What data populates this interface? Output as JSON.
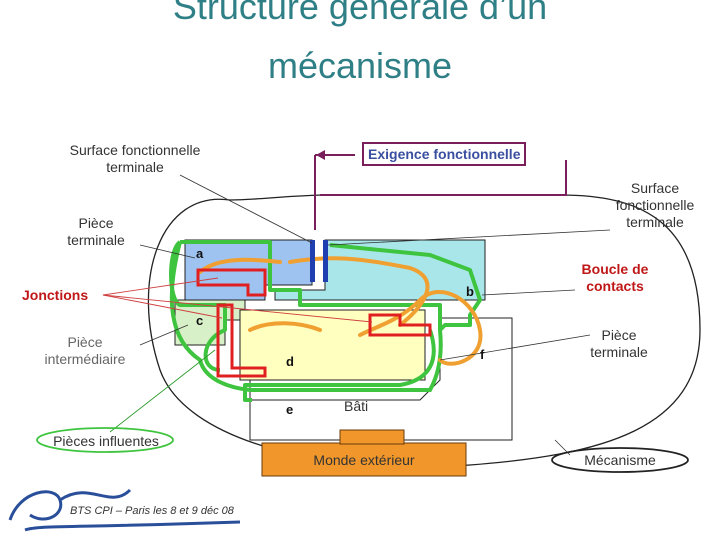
{
  "title_line1": "Structure générale d’un",
  "title_line2": "mécanisme",
  "labels": {
    "surface_left": "Surface fonctionnelle terminale",
    "exigence": "Exigence fonctionnelle",
    "surface_right": "Surface fonctionnelle terminale",
    "piece_terminale_left": "Pièce terminale",
    "jonctions": "Jonctions",
    "boucle": "Boucle de contacts",
    "piece_intermediaire": "Pièce intermédiaire",
    "piece_terminale_right": "Pièce terminale",
    "pieces_influentes": "Pièces influentes",
    "bati": "Bâti",
    "monde_exterieur": "Monde extérieur",
    "mecanisme": "Mécanisme",
    "footer": "BTS CPI – Paris les 8 et 9 déc 08"
  },
  "letters": {
    "a": "a",
    "b": "b",
    "c": "c",
    "d": "d",
    "e": "e",
    "f": "f"
  },
  "colors": {
    "title": "#2f7f86",
    "piece_a": "#9ec3f0",
    "piece_b": "#a9e6ea",
    "piece_d": "#ffffc0",
    "monde": "#f0962a",
    "green_loop": "#3ec43e",
    "red_loop": "#e02020",
    "orange_path": "#f0a030",
    "blue_surface": "#1f3fb0",
    "exigence_border": "#7a1f5c"
  }
}
